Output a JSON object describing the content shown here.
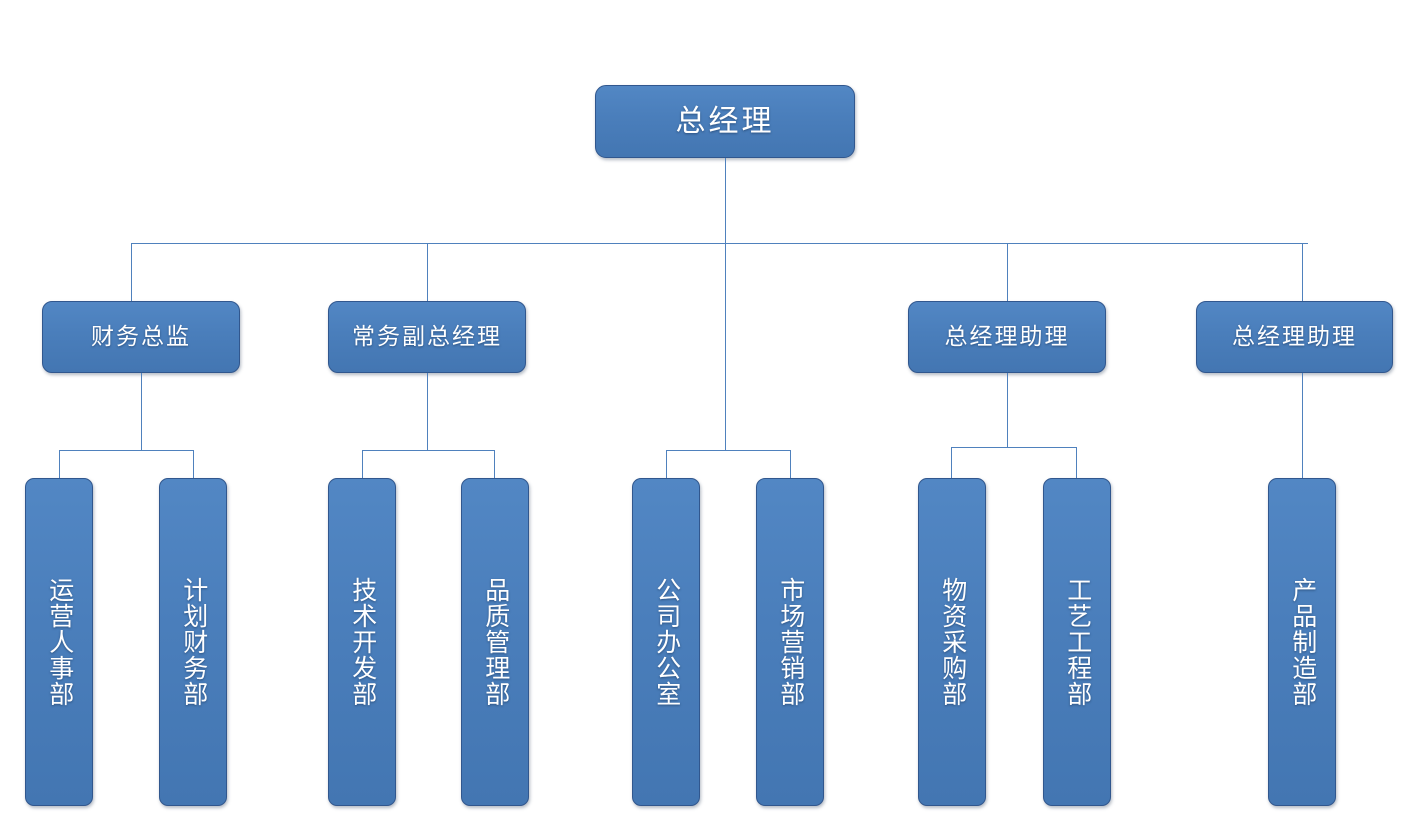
{
  "chart": {
    "title": "总经理",
    "type": "org-chart",
    "colors": {
      "node_fill": "#4A7EBB",
      "node_border": "#31578E",
      "connector": "#4F81BD",
      "text": "#FFFFFF",
      "background": "#FFFFFF"
    },
    "root": {
      "label": "总经理"
    },
    "branches": [
      {
        "manager": {
          "label": "财务总监"
        },
        "departments": [
          {
            "label": "运营人事部"
          },
          {
            "label": "计划财务部"
          }
        ]
      },
      {
        "manager": {
          "label": "常务副总经理"
        },
        "departments": [
          {
            "label": "技术开发部"
          },
          {
            "label": "品质管理部"
          }
        ]
      },
      {
        "manager": null,
        "departments": [
          {
            "label": "公司办公室"
          },
          {
            "label": "市场营销部"
          }
        ]
      },
      {
        "manager": {
          "label": "总经理助理"
        },
        "departments": [
          {
            "label": "物资采购部"
          },
          {
            "label": "工艺工程部"
          }
        ]
      },
      {
        "manager": {
          "label": "总经理助理"
        },
        "departments": [
          {
            "label": "产品制造部"
          }
        ]
      }
    ]
  }
}
